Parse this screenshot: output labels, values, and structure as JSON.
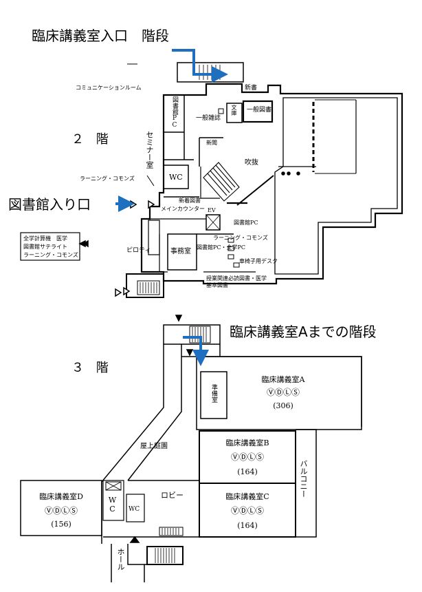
{
  "annotations": {
    "entrance_stairs": "臨床講義室入口　階段",
    "library_entrance": "図書館入り口",
    "stairs_to_a": "臨床講義室Aまでの階段"
  },
  "floor2": {
    "floor_label": "２ 階",
    "rooms": {
      "communication_room": "コミュニケーションルーム",
      "library_pc": "図書館PC",
      "seminar_room": "セミナー室",
      "wc": "WC",
      "learning_commons": "ラーニング・コモンズ",
      "new_books": "新書",
      "bunko": "文庫",
      "general_books": "一般図書",
      "general_magazines": "一般雑誌",
      "newspapers": "新聞",
      "atrium": "吹抜",
      "new_arrivals": "新着図書",
      "main_counter": "メインカウンター",
      "ev": "EV",
      "library_pc_2": "図書館PC",
      "learning_commons_2": "ラーニング・コモンズ",
      "library_pc_all": "図書館PC・全学PC",
      "wheelchair_desk": "車椅子用デスク",
      "office": "事務室",
      "piloti": "ピロティ",
      "required_books": "授業関連必読図書・医学基本図書"
    },
    "satellite_box": [
      "全学計算機　医学",
      "図書館サテライト",
      "ラーニング・コモンズ"
    ]
  },
  "floor3": {
    "floor_label": "３ 階",
    "rooms": {
      "lecture_a": "臨床講義室A",
      "lecture_a_icons": "ⓋⒹⓁⓈ",
      "lecture_a_capacity": "(306)",
      "prep_room": "準備室",
      "rooftop_garden": "屋上庭園",
      "lecture_b": "臨床講義室B",
      "lecture_b_icons": "ⓋⒹⓁⓈ",
      "lecture_b_capacity": "(164)",
      "lecture_c": "臨床講義室C",
      "lecture_c_icons": "ⓋⒹⓁⓈ",
      "lecture_c_capacity": "(164)",
      "lecture_d": "臨床講義室D",
      "lecture_d_icons": "ⓋⒹⓁⓈ",
      "lecture_d_capacity": "(156)",
      "lobby": "ロビー",
      "balcony": "バルコニー",
      "wc_vertical": "WC",
      "wc": "WC",
      "hall": "ホール"
    }
  },
  "colors": {
    "route_arrow": "#1f6fc0",
    "line": "#000000"
  }
}
